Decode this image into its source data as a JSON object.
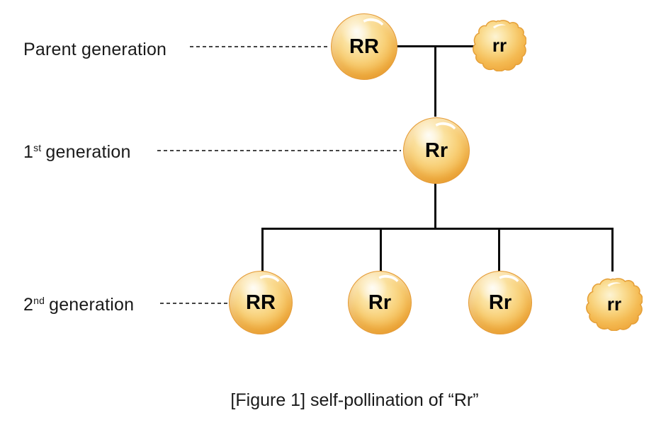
{
  "figure": {
    "caption": "[Figure 1] self-pollination of “Rr”"
  },
  "generations": [
    {
      "label": {
        "text": "Parent generation"
      },
      "peas": [
        {
          "genotype": "RR",
          "shape": "round"
        },
        {
          "genotype": "rr",
          "shape": "wrinkled"
        }
      ]
    },
    {
      "label": {
        "number": "1",
        "ordinal": "st",
        "text": "generation"
      },
      "peas": [
        {
          "genotype": "Rr",
          "shape": "round"
        }
      ]
    },
    {
      "label": {
        "number": "2",
        "ordinal": "nd",
        "text": "generation"
      },
      "peas": [
        {
          "genotype": "RR",
          "shape": "round"
        },
        {
          "genotype": "Rr",
          "shape": "round"
        },
        {
          "genotype": "Rr",
          "shape": "round"
        },
        {
          "genotype": "rr",
          "shape": "wrinkled"
        }
      ]
    }
  ],
  "colors": {
    "pea_highlight": "#FFFFFF",
    "pea_light": "#FBE3A2",
    "pea_mid": "#F8D078",
    "pea_deep": "#EFA63A",
    "pea_rim": "#E49A35",
    "connector": "#0B0B0B",
    "leader": "#444444",
    "text": "#1A1A1A"
  }
}
